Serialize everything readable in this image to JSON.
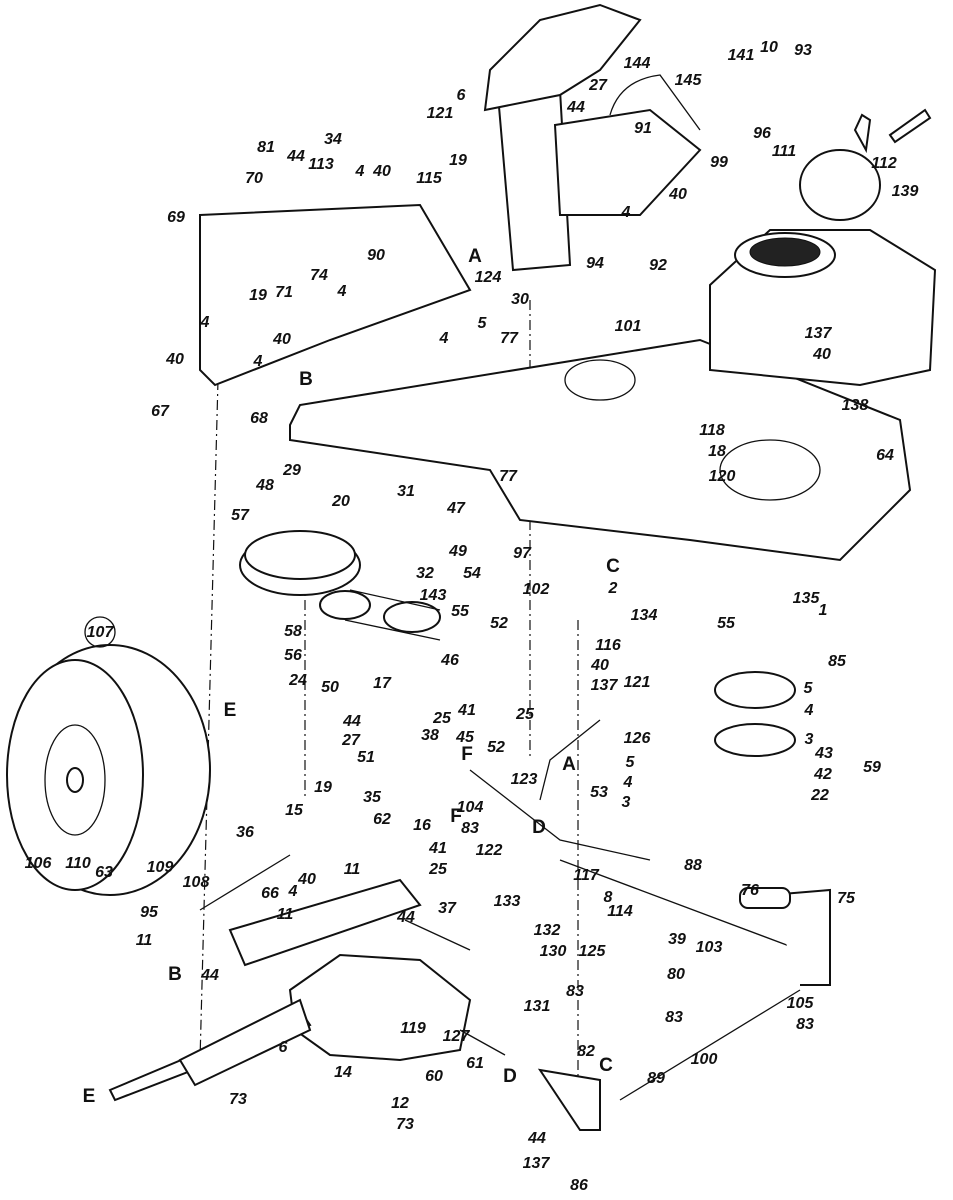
{
  "diagram": {
    "labels": [
      "6",
      "27",
      "44",
      "144",
      "145",
      "141",
      "10",
      "93",
      "121",
      "96",
      "91",
      "99",
      "112",
      "111",
      "139",
      "19",
      "40",
      "4",
      "92",
      "94",
      "81",
      "44",
      "113",
      "34",
      "4",
      "40",
      "70",
      "115",
      "69",
      "71",
      "74",
      "4",
      "90",
      "124",
      "30",
      "19",
      "5",
      "4",
      "77",
      "40",
      "4",
      "4",
      "40",
      "137",
      "40",
      "101",
      "67",
      "68",
      "138",
      "118",
      "18",
      "64",
      "77",
      "120",
      "29",
      "48",
      "20",
      "31",
      "47",
      "57",
      "49",
      "97",
      "2",
      "134",
      "135",
      "1",
      "54",
      "102",
      "32",
      "143",
      "58",
      "56",
      "55",
      "55",
      "85",
      "52",
      "116",
      "40",
      "137",
      "24",
      "46",
      "50",
      "17",
      "41",
      "25",
      "45",
      "52",
      "25",
      "121",
      "5",
      "4",
      "3",
      "126",
      "59",
      "43",
      "42",
      "22",
      "5",
      "4",
      "3",
      "107",
      "44",
      "27",
      "38",
      "51",
      "35",
      "16",
      "19",
      "15",
      "62",
      "123",
      "53",
      "104",
      "83",
      "122",
      "36",
      "41",
      "25",
      "11",
      "40",
      "4",
      "66",
      "117",
      "8",
      "88",
      "76",
      "75",
      "37",
      "44",
      "11",
      "95",
      "11",
      "44",
      "133",
      "114",
      "132",
      "130",
      "125",
      "39",
      "103",
      "83",
      "131",
      "80",
      "105",
      "83",
      "83",
      "100",
      "119",
      "127",
      "61",
      "60",
      "6",
      "14",
      "12",
      "73",
      "73",
      "82",
      "89",
      "44",
      "137",
      "86",
      "106",
      "110",
      "63",
      "109",
      "108"
    ],
    "letters": [
      "A",
      "B",
      "C",
      "A",
      "F",
      "F",
      "D",
      "B",
      "D",
      "E",
      "E",
      "C"
    ]
  }
}
